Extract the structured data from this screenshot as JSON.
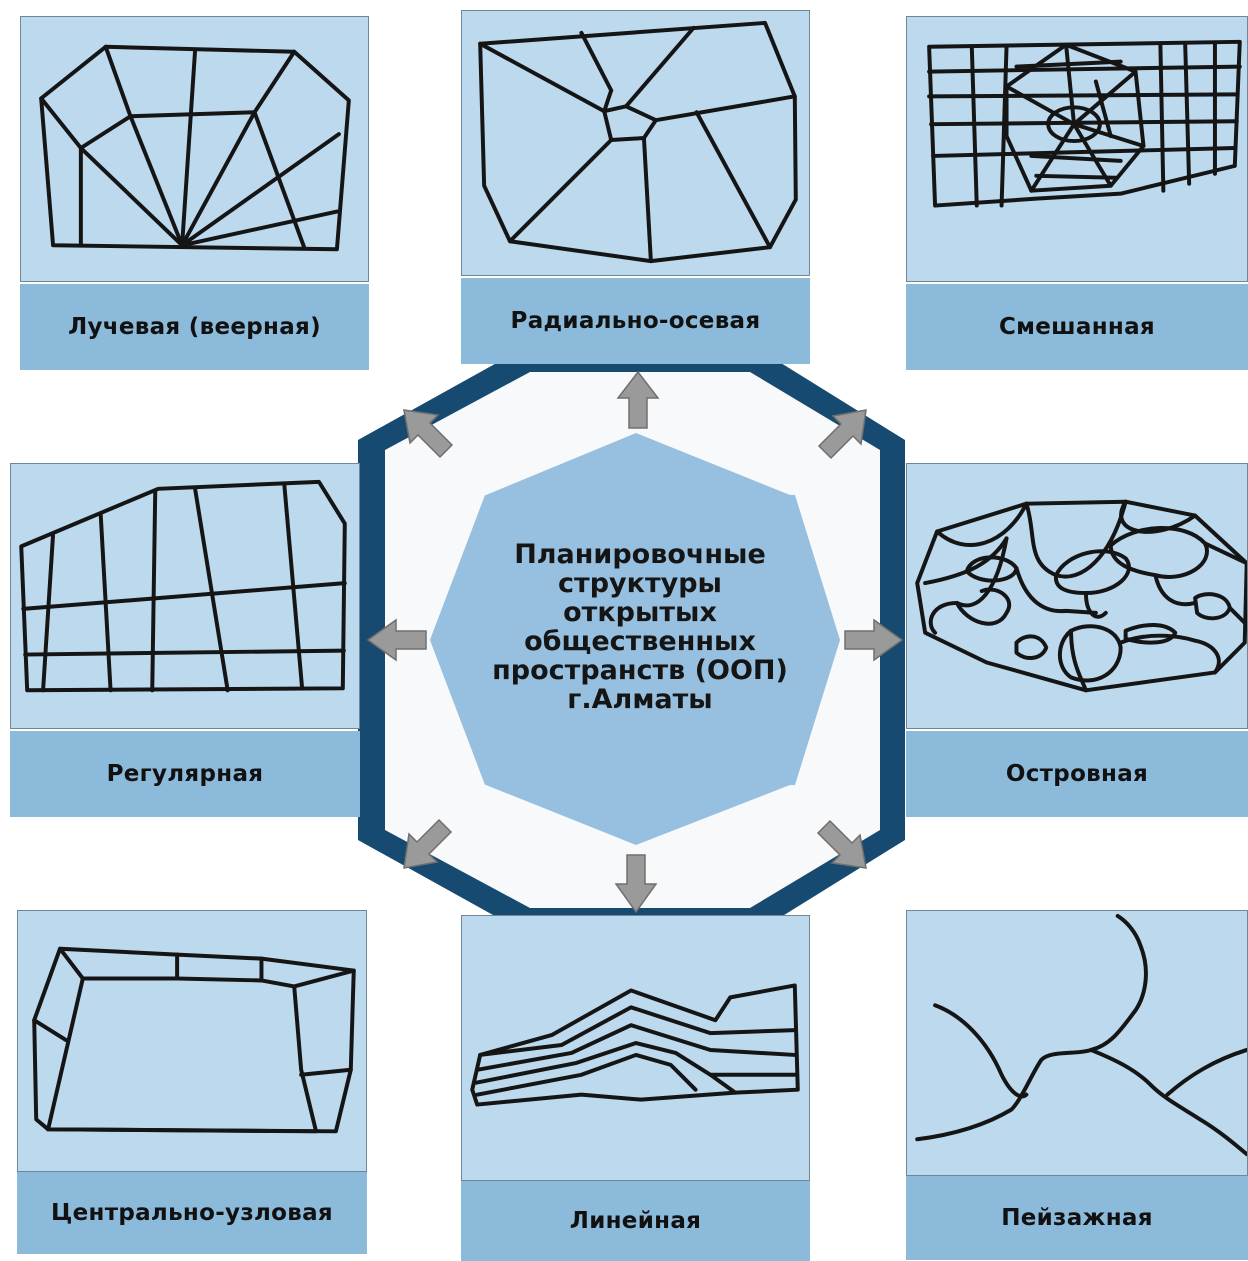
{
  "center": {
    "lines": [
      "Планировочные",
      "структуры",
      "открытых",
      "общественных",
      "пространств (ООП)",
      "г.Алматы"
    ]
  },
  "structures": [
    {
      "label": "Лучевая (веерная)"
    },
    {
      "label": "Радиально-осевая"
    },
    {
      "label": "Смешанная"
    },
    {
      "label": "Регулярная"
    },
    {
      "label": "Островная"
    },
    {
      "label": "Центрально-узловая"
    },
    {
      "label": "Линейная"
    },
    {
      "label": "Пейзажная"
    }
  ],
  "colors": {
    "ring": "#174a70",
    "octagon": "#97c0e0",
    "card_fill": "#bcd9ee",
    "label_fill": "#8cbadb",
    "arrow": "#9a9a9a"
  }
}
